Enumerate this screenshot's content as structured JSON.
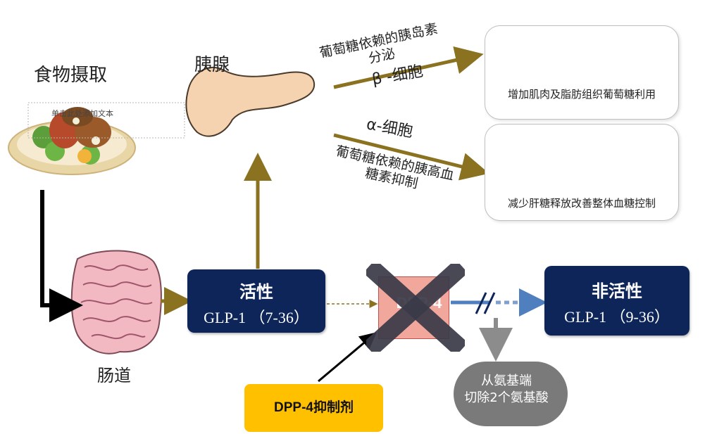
{
  "labels": {
    "food": "食物摄取",
    "pancreas": "胰腺",
    "gut": "肠道"
  },
  "placeholder_text": "单击此处添加文本",
  "beta_path": {
    "description": "葡萄糖依赖的胰岛素\n分泌",
    "cell": "β -细胞"
  },
  "alpha_path": {
    "cell": "α-细胞",
    "description": "葡萄糖依赖的胰高血\n糖素抑制"
  },
  "effects": {
    "muscle_fat": "增加肌肉及脂肪组织葡萄糖利用",
    "liver": "减少肝糖释放改善整体血糖控制"
  },
  "glp_active": {
    "title": "活性",
    "name": "GLP-1 （7-36）"
  },
  "glp_inactive": {
    "title": "非活性",
    "name": "GLP-1 （9-36）"
  },
  "dpp4": {
    "label": "DPP-4"
  },
  "inhibitor": {
    "label": "DPP-4抑制剂"
  },
  "cleave": {
    "line1": "从氨基端",
    "line2": "切除2个氨基酸"
  },
  "colors": {
    "arrow_gold": "#8b7220",
    "navy": "#0d2559",
    "dpp_fill": "#f1a79c",
    "cross": "#3a3a48",
    "inhibitor": "#ffc000",
    "blue_arrow": "#4f7fbf",
    "gray_circle": "#7a7a7a"
  }
}
